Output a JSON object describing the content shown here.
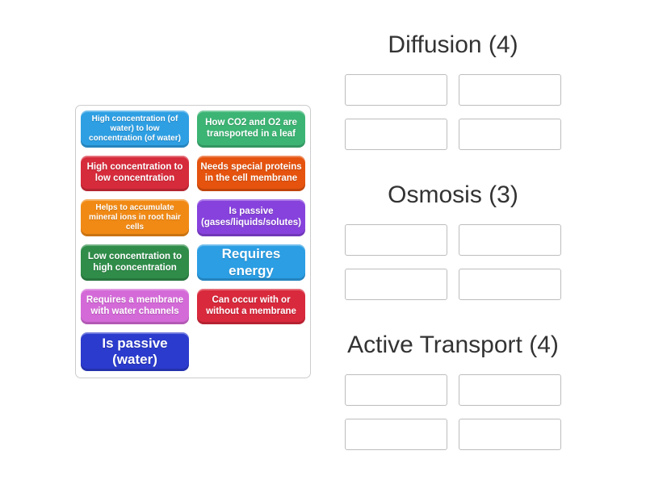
{
  "colors": {
    "background": "#ffffff",
    "tile_text": "#ffffff",
    "heading_text": "#333333",
    "panel_border": "#cccccc",
    "slot_border": "#bdbdbd"
  },
  "board": {
    "tiles": [
      {
        "label": "High concentration (of water) to low concentration (of water)",
        "color": "#2E9FE3",
        "size": "xs"
      },
      {
        "label": "How CO2 and O2 are transported in a leaf",
        "color": "#3CB474",
        "size": "sm"
      },
      {
        "label": "High concentration to low concentration",
        "color": "#D62B3B",
        "size": "sm"
      },
      {
        "label": "Needs special proteins in the cell membrane",
        "color": "#E5530E",
        "size": "sm"
      },
      {
        "label": "Helps to accumulate mineral ions in root hair cells",
        "color": "#F18A15",
        "size": "xs"
      },
      {
        "label": "Is passive (gases/liquids/solutes)",
        "color": "#8742DD",
        "size": "sm"
      },
      {
        "label": "Low concentration to high concentration",
        "color": "#2F8C49",
        "size": "sm"
      },
      {
        "label": "Requires energy",
        "color": "#2B9EE4",
        "size": "lg"
      },
      {
        "label": "Requires a membrane with water channels",
        "color": "#D46AD8",
        "size": "sm"
      },
      {
        "label": "Can occur with or without a membrane",
        "color": "#D9293C",
        "size": "sm"
      },
      {
        "label": "Is passive (water)",
        "color": "#2B3BCD",
        "size": "lg"
      }
    ]
  },
  "groups": [
    {
      "title": "Diffusion (4)",
      "capacity": 4,
      "slot_count": 4
    },
    {
      "title": "Osmosis (3)",
      "capacity": 3,
      "slot_count": 4
    },
    {
      "title": "Active Transport (4)",
      "capacity": 4,
      "slot_count": 4
    }
  ]
}
